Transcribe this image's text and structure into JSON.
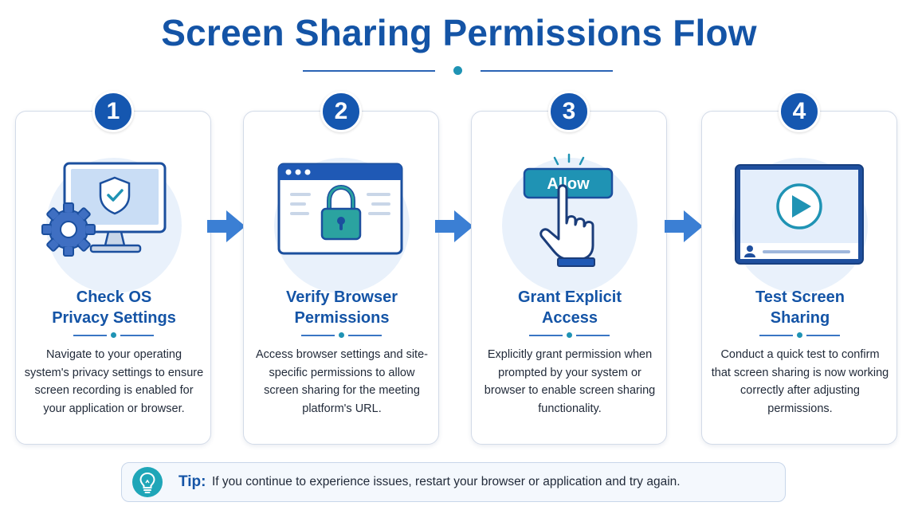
{
  "title": "Screen Sharing Permissions Flow",
  "steps": [
    {
      "number": "1",
      "title_line1": "Check OS",
      "title_line2": "Privacy Settings",
      "description": "Navigate to your operating system's privacy settings to ensure screen recording is enabled for your application or browser.",
      "icon": "monitor-shield-gear-icon"
    },
    {
      "number": "2",
      "title_line1": "Verify Browser",
      "title_line2": "Permissions",
      "description": "Access browser settings and site-specific permissions to allow screen sharing for the meeting platform's URL.",
      "icon": "browser-lock-icon"
    },
    {
      "number": "3",
      "title_line1": "Grant Explicit",
      "title_line2": "Access",
      "description": "Explicitly grant permission when prompted by your system or browser to enable screen sharing functionality.",
      "icon": "allow-button-hand-icon",
      "button_label": "Allow"
    },
    {
      "number": "4",
      "title_line1": "Test Screen",
      "title_line2": "Sharing",
      "description": "Conduct a quick test to confirm that screen sharing is now working correctly after adjusting permissions.",
      "icon": "video-window-icon"
    }
  ],
  "tip": {
    "label": "Tip:",
    "text": "If you continue to experience issues, restart your browser or application and try again.",
    "icon": "lightbulb-icon"
  },
  "colors": {
    "primary": "#1557b0",
    "title": "#1454a6",
    "accent_teal": "#1f93b4",
    "arrow": "#3b7fd4",
    "halo": "#e9f1fb"
  }
}
